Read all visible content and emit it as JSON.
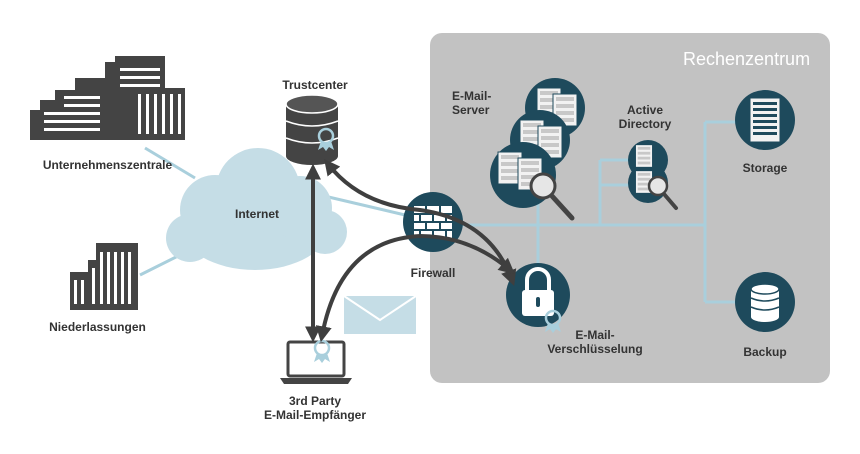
{
  "datacenter_title": "Rechenzentrum",
  "labels": {
    "headquarters": "Unternehmenszentrale",
    "branches": "Niederlassungen",
    "internet": "Internet",
    "trustcenter": "Trustcenter",
    "firewall": "Firewall",
    "recipient_line1": "3rd Party",
    "recipient_line2": "E-Mail-Empfänger",
    "email_server_line1": "E-Mail-",
    "email_server_line2": "Server",
    "active_directory_line1": "Active",
    "active_directory_line2": "Directory",
    "storage": "Storage",
    "encryption_line1": "E-Mail-",
    "encryption_line2": "Verschlüsselung",
    "backup": "Backup"
  },
  "colors": {
    "dark_node": "#1e4a5c",
    "building": "#444444",
    "cloud": "#c5dde6",
    "link": "#a9cfdc",
    "panel": "#c2c2c2",
    "arrow": "#3f3f3f"
  },
  "icons": [
    "building-icon",
    "cloud-icon",
    "database-certificate-icon",
    "firewall-icon",
    "laptop-icon",
    "envelope-icon",
    "server-icon",
    "magnifier-icon",
    "lock-icon",
    "storage-rack-icon",
    "database-icon"
  ]
}
